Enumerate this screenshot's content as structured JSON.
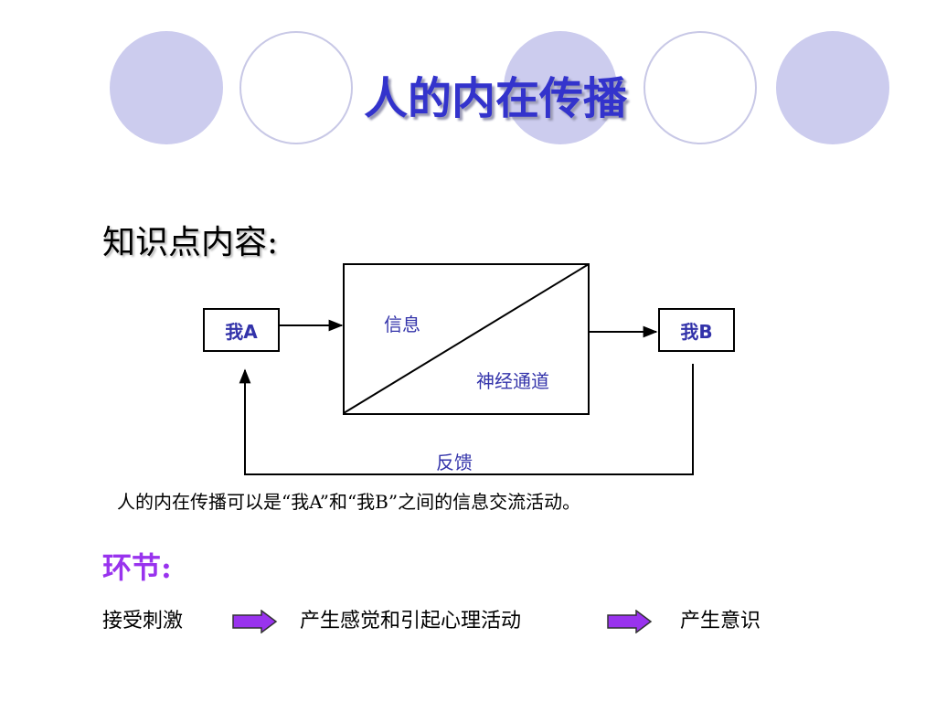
{
  "title": "人的内在传播",
  "knowledge_heading": "知识点内容:",
  "diagram": {
    "node_a": "我A",
    "node_b": "我B",
    "info_label": "信息",
    "channel_label": "神经通道",
    "feedback_label": "反馈"
  },
  "caption": "人的内在传播可以是“我A”和“我B”之间的信息交流活动。",
  "stages_heading": "环节:",
  "stages": [
    "接受刺激",
    "产生感觉和引起心理活动",
    "产生意识"
  ],
  "colors": {
    "title": "#3333cc",
    "diagram_text": "#3333aa",
    "section_heading": "#9933ee",
    "arrow_fill": "#9933ee",
    "circle_fill": "#ccccee"
  }
}
